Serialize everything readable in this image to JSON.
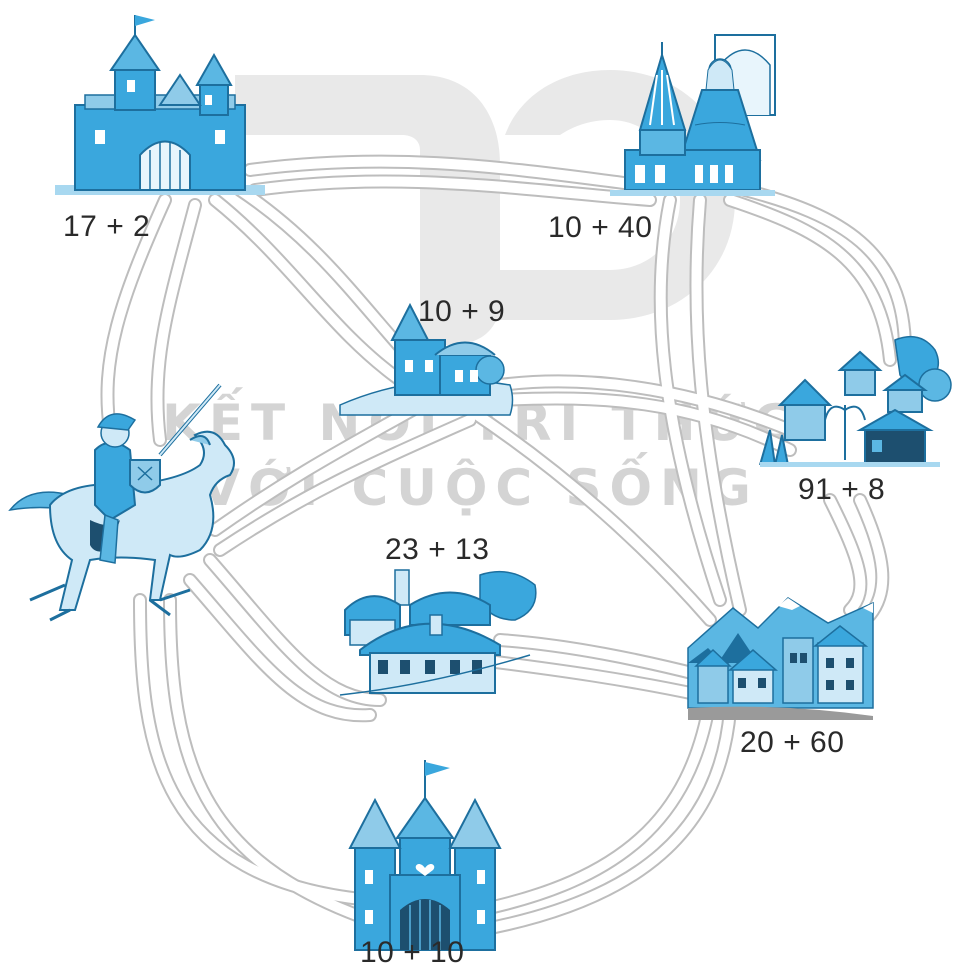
{
  "watermark": {
    "line1": "KẾT NỐI TRI THỨC",
    "line2": "VỚI CUỘC SỐNG"
  },
  "places": {
    "castle_top_left": {
      "label": "17 + 2"
    },
    "palace_top_right": {
      "label": "10 + 40"
    },
    "snow_village": {
      "label": "10 + 9"
    },
    "hut_village": {
      "label": "91 + 8"
    },
    "town_center": {
      "label": "23 + 13"
    },
    "mountain_town": {
      "label": "20 + 60"
    },
    "castle_bottom": {
      "label": "10 + 10"
    }
  },
  "colors": {
    "primary_blue": "#3aa7dd",
    "light_blue": "#a8d8f0",
    "dark_blue": "#1d6f9e",
    "road_edge": "#bdbdbd",
    "watermark": "#d4d4d4"
  }
}
